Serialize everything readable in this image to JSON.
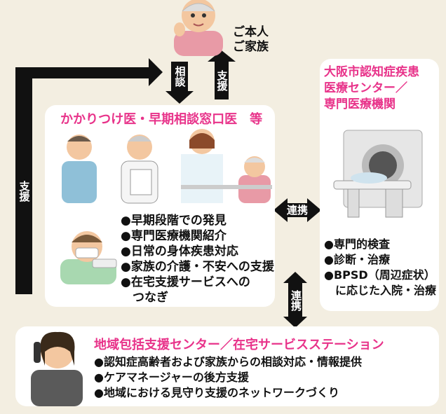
{
  "person": {
    "line1": "ご本人",
    "line2": "ご家族"
  },
  "arrows": {
    "consult": "相談",
    "support_small": "支援",
    "support_left": "支援",
    "cooperation_h": "連携",
    "cooperation_v": "連携"
  },
  "clinic": {
    "title": "かかりつけ医・早期相談窓口医　等",
    "items": [
      "●早期段階での発見",
      "●専門医療機関紹介",
      "●日常の身体疾患対応",
      "●家族の介護・不安への支援",
      "●在宅支援サービスへの",
      "　つなぎ"
    ]
  },
  "center": {
    "title_lines": [
      "大阪市認知症疾患",
      "医療センター／",
      "専門医療機関"
    ],
    "items": [
      "●専門的検査",
      "●診断・治療",
      "●BPSD（周辺症状）",
      "　に応じた入院・治療"
    ]
  },
  "community": {
    "title": "地域包括支援センター／在宅サービスステーション",
    "items": [
      "●認知症高齢者および家族からの相談対応・情報提供",
      "●ケアマネージャーの後方支援",
      "●地域における見守り支援のネットワークづくり"
    ]
  },
  "colors": {
    "accent": "#e8338a",
    "background": "#f3eee1",
    "arrow": "#111111"
  }
}
